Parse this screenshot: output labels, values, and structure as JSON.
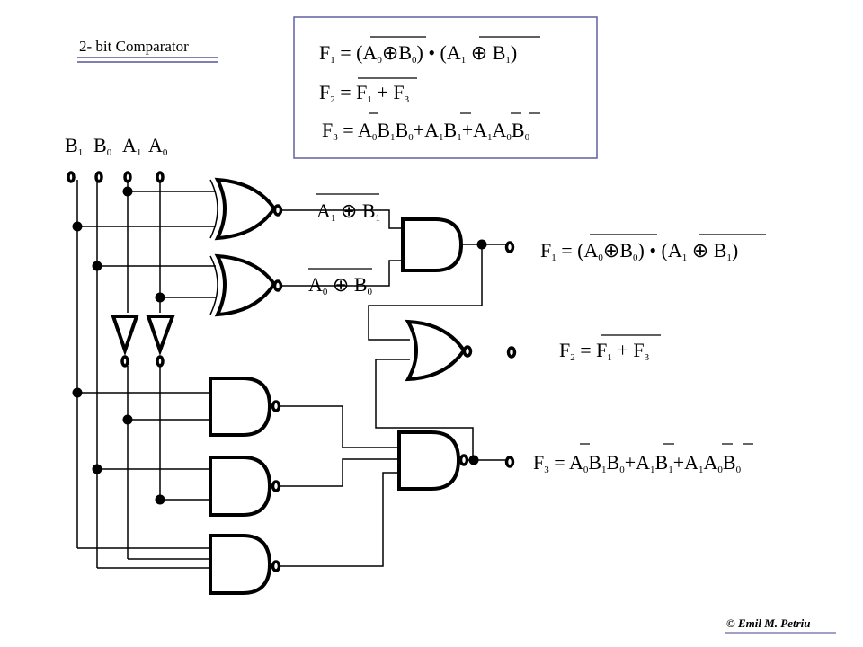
{
  "title": "2- bit Comparator",
  "copyright": "© Emil M. Petriu",
  "inputs": {
    "b1": {
      "letter": "B",
      "sub": "1"
    },
    "b0": {
      "letter": "B",
      "sub": "0"
    },
    "a1": {
      "letter": "A",
      "sub": "1"
    },
    "a0": {
      "letter": "A",
      "sub": "0"
    }
  },
  "eq_box": {
    "f1": [
      "F",
      "1",
      " = (A",
      "0",
      "⊕",
      "B",
      "0",
      ") • (A",
      "1",
      " ⊕ ",
      "B",
      "1",
      ")"
    ],
    "f2": [
      "F",
      "2",
      " = ",
      "F",
      "1",
      " + ",
      "F",
      "3"
    ],
    "f3": [
      "F",
      "3",
      " = A",
      "0",
      "B",
      "1",
      "B",
      "0",
      "+A",
      "1",
      "B",
      "1",
      "+A",
      "1",
      "A",
      "0",
      "B",
      "0"
    ]
  },
  "xor_labels": {
    "x1": [
      "A",
      "1",
      " ⊕ ",
      "B",
      "1"
    ],
    "x0": [
      "A",
      "0",
      " ⊕ ",
      "B",
      "0"
    ]
  },
  "outputs": {
    "f1": [
      "F",
      "1",
      " = (A",
      "0",
      "⊕",
      "B",
      "0",
      ") • (A",
      "1",
      " ⊕ ",
      "B",
      "1",
      ")"
    ],
    "f2": [
      "F",
      "2",
      " = ",
      "F",
      "1",
      " + ",
      "F",
      "3"
    ],
    "f3": [
      "F",
      "3",
      " = A",
      "0",
      "B",
      "1",
      "B",
      "0",
      "+A",
      "1",
      "B",
      "1",
      "+A",
      "1",
      "A",
      "0",
      "B",
      "0"
    ]
  },
  "colors": {
    "box_border": "#6060a0",
    "title_underline": "#8080b0"
  }
}
